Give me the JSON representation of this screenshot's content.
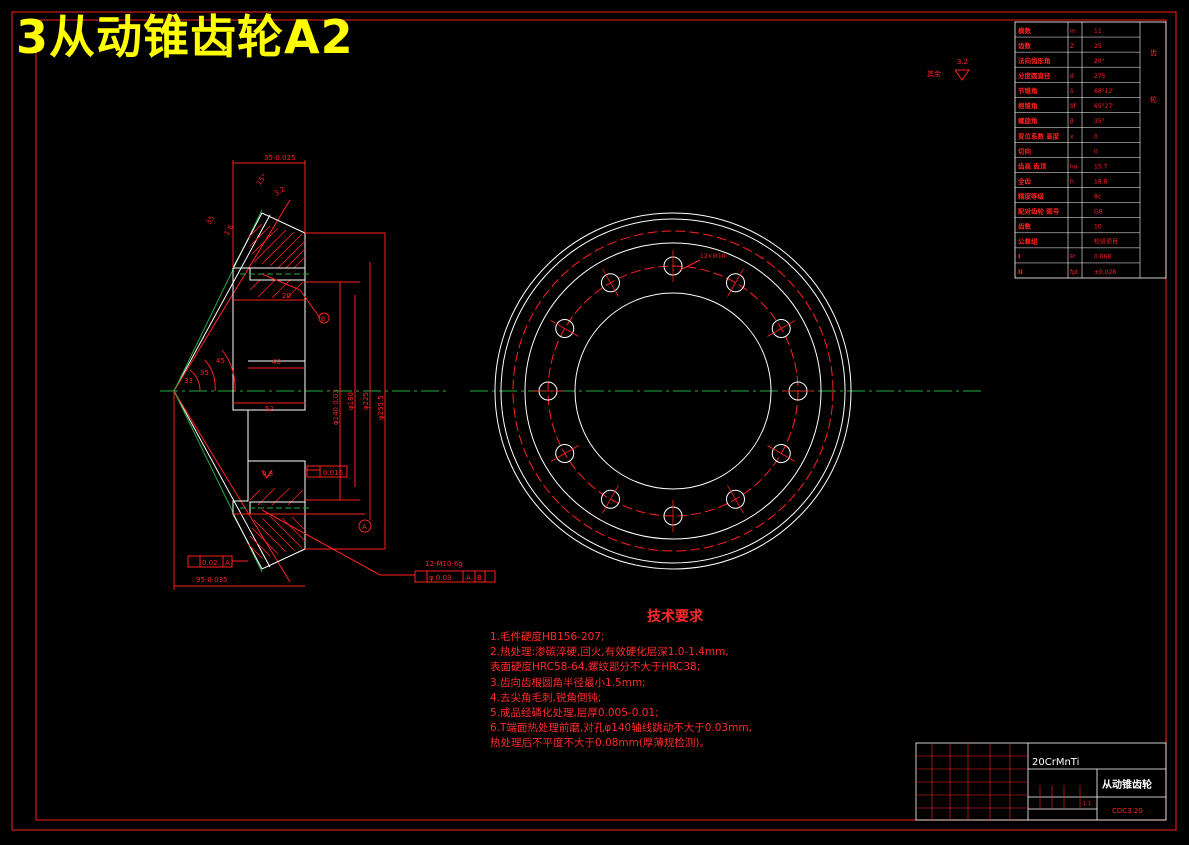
{
  "title": "3从动锥齿轮A2",
  "views": {
    "dims": {
      "d_top": "35-0.025",
      "d_chamfer": "15°",
      "d_surface_rough": "3.2",
      "d_face_angle": "1.6",
      "d_width": "35",
      "d_depth": "20",
      "d_hole_len": "40",
      "d_bottom_len": "52",
      "d_bore": "φ140 0.03",
      "d_dia2": "φ180",
      "d_dia3": "φ225",
      "d_outer": "φ255.5",
      "d_angle1": "33",
      "d_angle2": "35",
      "d_angle3": "45",
      "d_rough2": "0.8",
      "d_geom_tol": "0.015",
      "d_tol_runout": "0.02",
      "d_tol_runout_ref": "A",
      "d_thread": "12-M10-6g",
      "d_pos_tol": "φ 0.03",
      "d_pos_ref": "A",
      "d_pos_ref2": "B",
      "d_bottom": "95-0.035",
      "d_hole_label": "12×M10",
      "datum_a": "A",
      "datum_b": "B",
      "rough_other": "其余",
      "rough_other_val": "3.2"
    }
  },
  "param_table": [
    [
      "模数",
      "m",
      "11"
    ],
    [
      "齿数",
      "Z",
      "25"
    ],
    [
      "法向齿形角",
      "",
      "20°"
    ],
    [
      "分度圆直径",
      "d",
      "275"
    ],
    [
      "节锥角",
      "δ",
      "68°12'"
    ],
    [
      "根锥角",
      "δf",
      "65°27'"
    ],
    [
      "螺旋角",
      "β",
      "35°"
    ],
    [
      "变位系数 高度",
      "x",
      "0"
    ],
    [
      "切向",
      "",
      "0"
    ],
    [
      "齿高 齿顶",
      "ha",
      "15.7"
    ],
    [
      "全齿",
      "h",
      "18.8"
    ],
    [
      "精度等级",
      "",
      "8c"
    ],
    [
      "配对齿轮 图号",
      "",
      "GB"
    ],
    [
      "齿数",
      "",
      "10"
    ],
    [
      "公差组",
      "",
      "检验项目"
    ],
    [
      "I",
      "Fr",
      "0.068"
    ],
    [
      "II",
      "fpt",
      "±0.028"
    ]
  ],
  "param_side": {
    "c1": "齿",
    "c2": "轮"
  },
  "requirements": {
    "title": "技术要求",
    "lines": [
      "1.毛件硬度HB156-207;",
      "2.热处理:渗碳淬硬,回火,有效硬化层深1.0-1.4mm,",
      "  表面硬度HRC58-64,螺纹部分不大于HRC38;",
      "3.齿向齿根圆角半径最小1.5mm;",
      "4.去尖角毛刺,锐角倒钝;",
      "5.成品经磷化处理,层厚0.005-0.01;",
      "6.T端面热处理前磨,对孔φ140轴线跳动不大于0.03mm,",
      "  热处理后不平度不大于0.08mm(厚薄规检测)。"
    ]
  },
  "title_block": {
    "material": "20CrMnTi",
    "part_name": "从动锥齿轮",
    "drawing_no": "CDC3.20",
    "scale": "1:1"
  },
  "colors": {
    "red": "#ff2020",
    "white": "#ffffff",
    "yellow": "#ffff00",
    "green": "#22aa44"
  }
}
